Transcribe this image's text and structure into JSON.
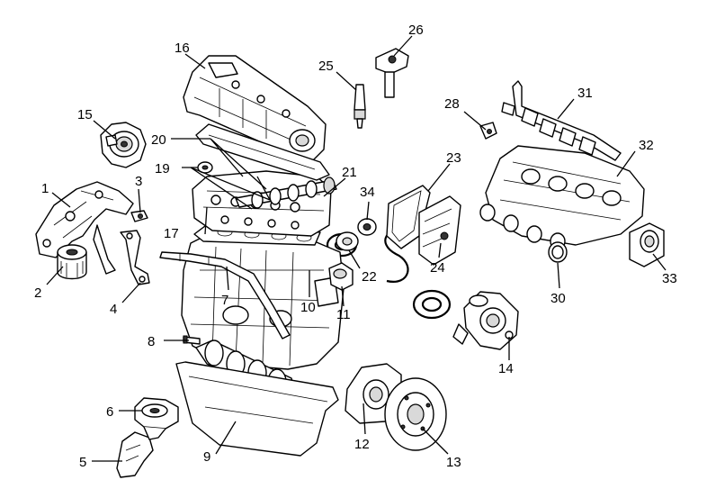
{
  "diagram": {
    "labels": [
      "1",
      "2",
      "3",
      "4",
      "5",
      "6",
      "7",
      "8",
      "9",
      "10",
      "11",
      "12",
      "13",
      "14",
      "15",
      "16",
      "17",
      "19",
      "20",
      "21",
      "22",
      "23",
      "24",
      "25",
      "26",
      "28",
      "30",
      "31",
      "32",
      "33",
      "34"
    ]
  }
}
